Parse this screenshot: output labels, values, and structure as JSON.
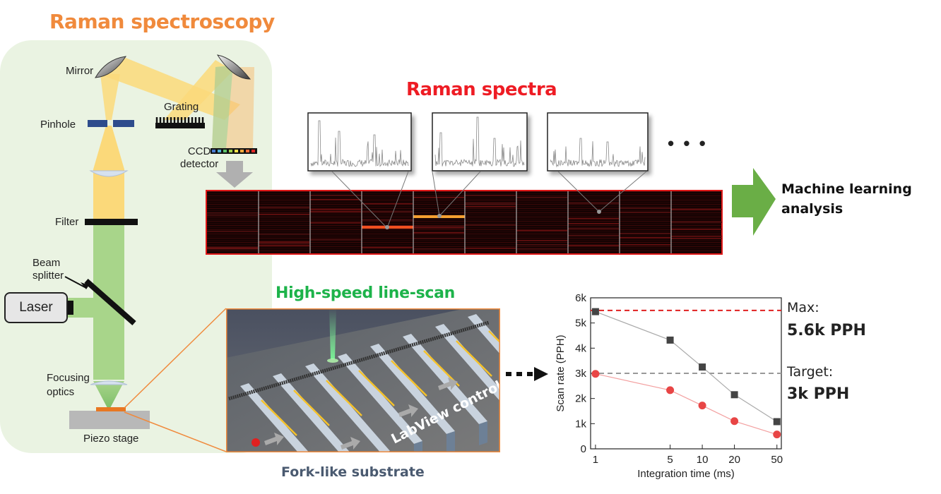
{
  "titles": {
    "raman_spectroscopy": "Raman spectroscopy",
    "raman_spectra": "Raman spectra",
    "line_scan": "High-speed line-scan",
    "substrate": "Fork-like substrate",
    "ml_line1": "Machine learning",
    "ml_line2": "analysis"
  },
  "optics": {
    "mirror": "Mirror",
    "pinhole": "Pinhole",
    "grating": "Grating",
    "ccd_line1": "CCD",
    "ccd_line2": "detector",
    "filter": "Filter",
    "beam_line1": "Beam",
    "beam_line2": "splitter",
    "laser": "Laser",
    "focus_line1": "Focusing",
    "focus_line2": "optics",
    "stage": "Piezo stage"
  },
  "scene": {
    "control_text": "LabView control"
  },
  "spectra": {
    "ellipsis": "• • •"
  },
  "colors": {
    "orange": "#F08A3C",
    "red": "#EE1C24",
    "green": "#1DB34A",
    "panel_bg": "#EAF3E2",
    "beam_yellow": "#FBD97A",
    "beam_green": "#A8D58A",
    "arrow_green": "#6AAE46"
  },
  "annotations": {
    "max_label": "Max:",
    "max_value": "5.6k PPH",
    "target_label": "Target:",
    "target_value": "3k PPH"
  },
  "chart_data": {
    "type": "line",
    "xlabel": "Integration time (ms)",
    "ylabel": "Scan rate (PPH)",
    "x_scale": "log",
    "x_ticks": [
      1,
      5,
      10,
      20,
      50
    ],
    "x_tick_labels": [
      "1",
      "5",
      "10",
      "20",
      "50"
    ],
    "y_ticks": [
      0,
      1000,
      2000,
      3000,
      4000,
      5000,
      6000
    ],
    "y_tick_labels": [
      "0",
      "1k",
      "2k",
      "3k",
      "4k",
      "5k",
      "6k"
    ],
    "ylim": [
      0,
      6000
    ],
    "xlim": [
      0.9,
      55
    ],
    "grid": false,
    "series": [
      {
        "marker": "square",
        "color": "#444444",
        "line_color": "#AAAAAA",
        "x": [
          1,
          5,
          10,
          20,
          50
        ],
        "y": [
          5450,
          4320,
          3250,
          2150,
          1080
        ]
      },
      {
        "marker": "circle",
        "color": "#E84545",
        "line_color": "#F3A0A0",
        "x": [
          1,
          5,
          10,
          20,
          50
        ],
        "y": [
          2980,
          2330,
          1720,
          1100,
          570
        ]
      }
    ],
    "reference_lines": [
      {
        "y": 5500,
        "color": "#E02020",
        "style": "dashed"
      },
      {
        "y": 3000,
        "color": "#999999",
        "style": "dashed"
      }
    ]
  }
}
